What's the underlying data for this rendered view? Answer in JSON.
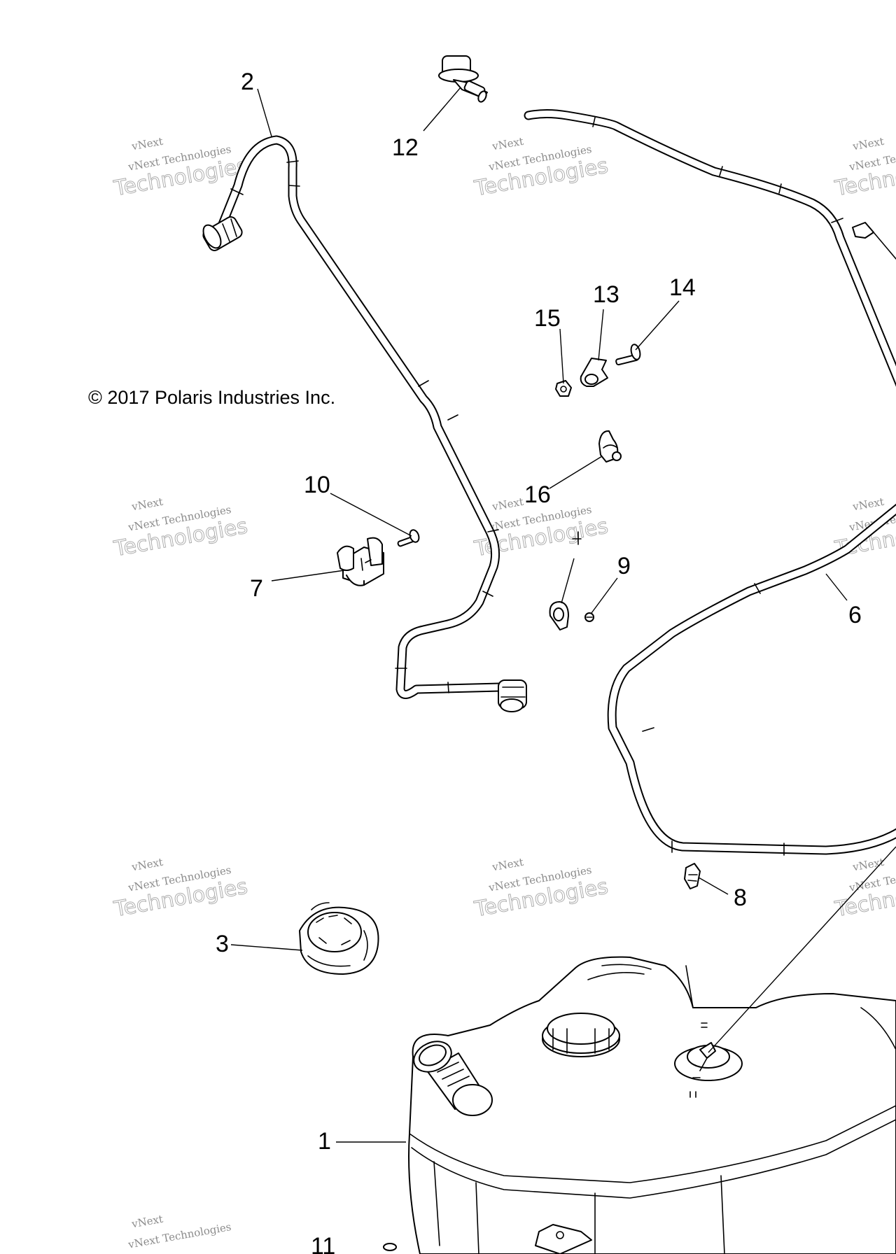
{
  "copyright": "© 2017 Polaris Industries Inc.",
  "watermark": {
    "small": "vNext Technologies",
    "top": "vNext",
    "big": "Technologies"
  },
  "callouts": {
    "c1": "1",
    "c2": "2",
    "c3": "3",
    "c6": "6",
    "c7": "7",
    "c8": "8",
    "c9": "9",
    "c10": "10",
    "c11": "11",
    "c12": "12",
    "c13": "13",
    "c14": "14",
    "c15": "15",
    "c16": "16"
  }
}
